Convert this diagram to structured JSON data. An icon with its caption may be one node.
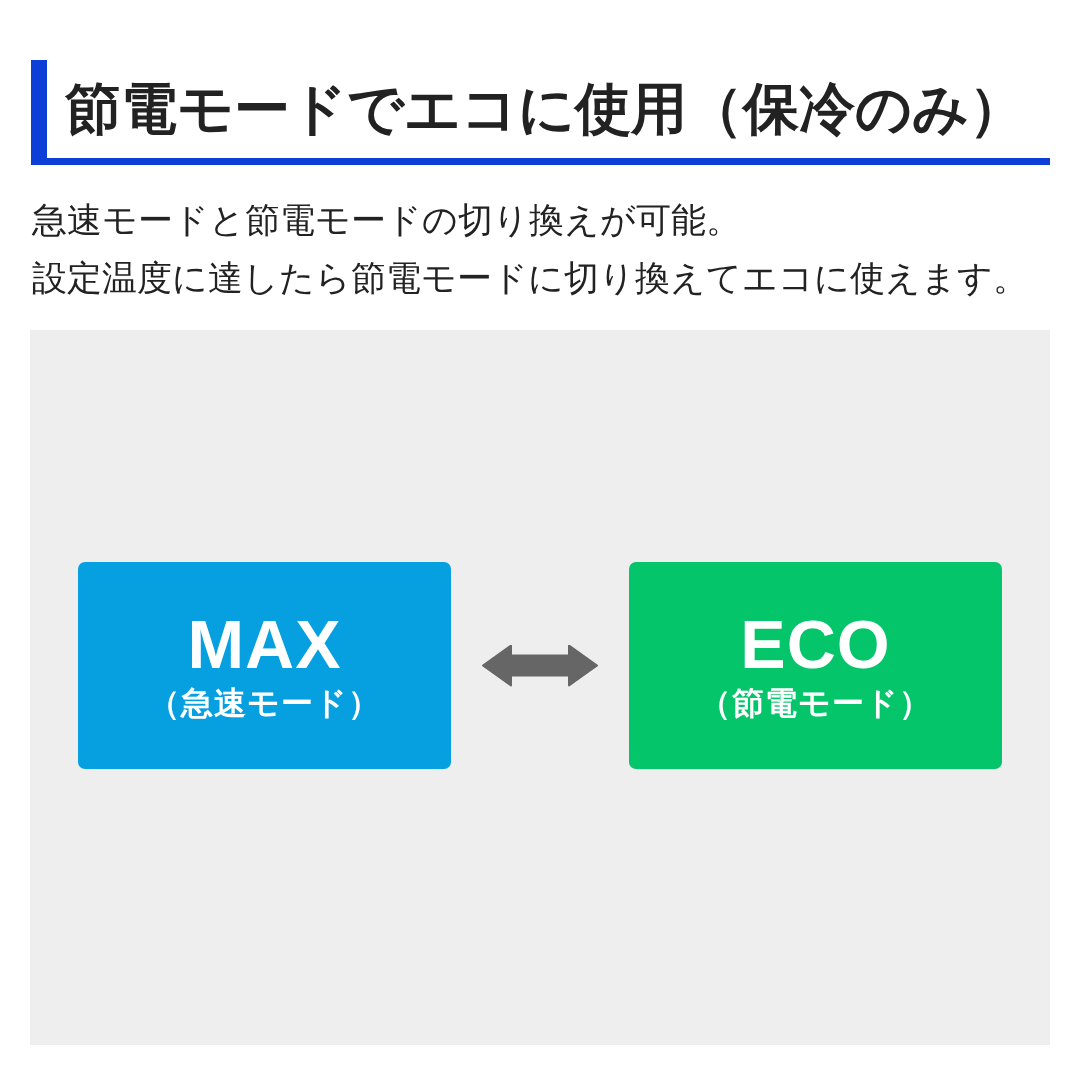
{
  "diagram": {
    "title": "節電モードでエコに使用（保冷のみ）",
    "nodes": [
      {
        "text": [
          "MAX",
          "（急速モード）"
        ]
      },
      {
        "text": [
          "ECO",
          "（節電モード）"
        ]
      }
    ],
    "edges": [
      {
        "from": 0,
        "to": 1,
        "arrow": "both"
      }
    ],
    "labels": [
      "急速モードと節電モードの切り換えが可能。",
      "設定温度に達したら節電モードに切り換えてエコに使えます。"
    ]
  }
}
